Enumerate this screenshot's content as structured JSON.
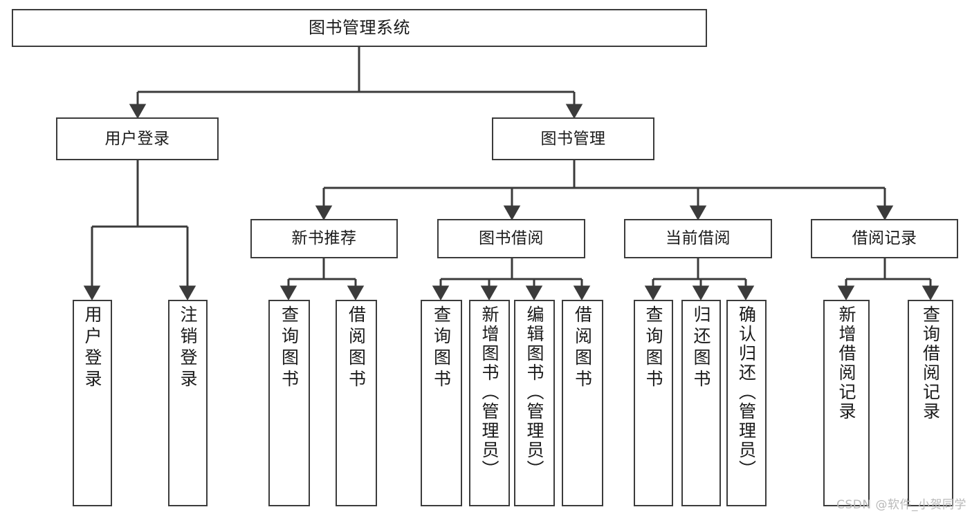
{
  "diagram": {
    "type": "tree-hierarchy-chart",
    "title": "图书管理系统",
    "colors": {
      "box_border": "#3b3b3b",
      "box_fill": "#ffffff",
      "edge": "#3b3b3b",
      "text": "#1a1a1a",
      "watermark": "#b9b9b9",
      "background": "#ffffff"
    },
    "levels": {
      "root": {
        "label": "图书管理系统"
      },
      "level2": [
        {
          "id": "user-login",
          "label": "用户登录"
        },
        {
          "id": "book-management",
          "label": "图书管理"
        }
      ],
      "level3": [
        {
          "id": "new-book-recommend",
          "label": "新书推荐"
        },
        {
          "id": "book-borrow",
          "label": "图书借阅"
        },
        {
          "id": "current-borrow",
          "label": "当前借阅"
        },
        {
          "id": "borrow-record",
          "label": "借阅记录"
        }
      ],
      "leaves": [
        {
          "id": "leaf-user-login",
          "label": "用户登录",
          "parent": "user-login"
        },
        {
          "id": "leaf-logout-login",
          "label": "注销登录",
          "parent": "user-login"
        },
        {
          "id": "leaf-query-book-1",
          "label": "查询图书",
          "parent": "new-book-recommend"
        },
        {
          "id": "leaf-borrow-book-1",
          "label": "借阅图书",
          "parent": "new-book-recommend"
        },
        {
          "id": "leaf-query-book-2",
          "label": "查询图书",
          "parent": "book-borrow"
        },
        {
          "id": "leaf-add-book",
          "label": "新增图书（管理员）",
          "parent": "book-borrow"
        },
        {
          "id": "leaf-edit-book",
          "label": "编辑图书（管理员）",
          "parent": "book-borrow"
        },
        {
          "id": "leaf-borrow-book-2",
          "label": "借阅图书",
          "parent": "book-borrow"
        },
        {
          "id": "leaf-query-book-3",
          "label": "查询图书",
          "parent": "current-borrow"
        },
        {
          "id": "leaf-return-book",
          "label": "归还图书",
          "parent": "current-borrow"
        },
        {
          "id": "leaf-confirm-return",
          "label": "确认归还（管理员）",
          "parent": "current-borrow"
        },
        {
          "id": "leaf-add-record",
          "label": "新增借阅记录",
          "parent": "borrow-record"
        },
        {
          "id": "leaf-query-record",
          "label": "查询借阅记录",
          "parent": "borrow-record"
        }
      ]
    }
  },
  "watermark": {
    "text": "CSDN @软件_小贺同学"
  }
}
